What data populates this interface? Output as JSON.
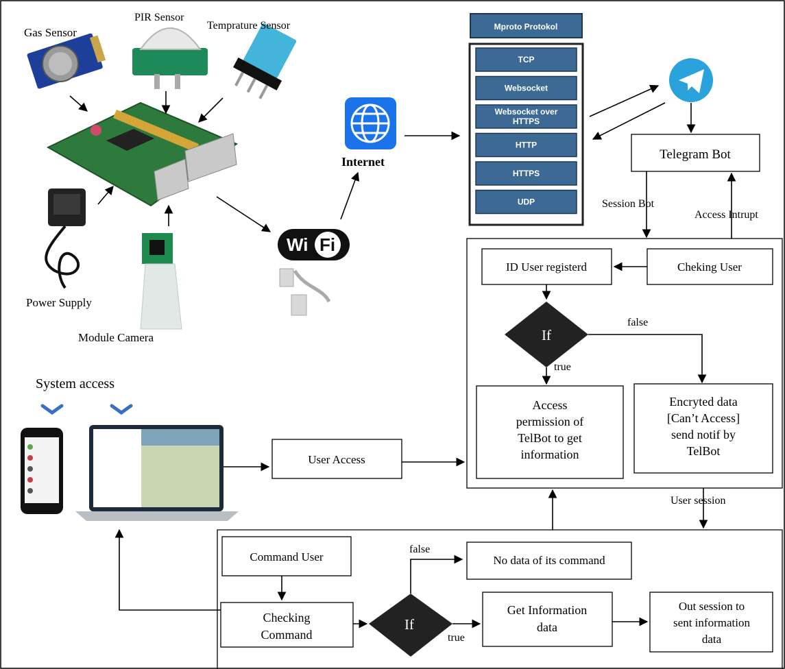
{
  "devices": {
    "gas_sensor": "Gas Sensor",
    "pir_sensor": "PIR Sensor",
    "temperature_sensor": "Temprature Sensor",
    "power_supply": "Power Supply",
    "module_camera": "Module Camera",
    "internet": "Internet"
  },
  "protocol": {
    "title": "Mproto Protokol",
    "layers": [
      "TCP",
      "Websocket",
      "Websocket over HTTPS",
      "HTTP",
      "HTTPS",
      "UDP"
    ]
  },
  "telegram": {
    "bot": "Telegram Bot",
    "session_bot": "Session Bot",
    "access_interrupt": "Access Intrupt"
  },
  "auth_flow": {
    "checking_user": "Cheking User",
    "id_registered": "ID User registerd",
    "decision": "If",
    "false_label": "false",
    "true_label": "true",
    "access_permission": [
      "Access",
      "permission of",
      "TelBot to get",
      "information"
    ],
    "encrypted": [
      "Encryted data",
      "[Can’t Access]",
      "send notif by",
      "TelBot"
    ]
  },
  "system_access": {
    "title": "System access",
    "user_access": "User Access",
    "user_session": "User session"
  },
  "command_flow": {
    "command_user": "Command User",
    "checking_command": [
      "Checking",
      "Command"
    ],
    "decision": "If",
    "false_label": "false",
    "true_label": "true",
    "no_data": "No data of its command",
    "get_info": [
      "Get Information",
      "data"
    ],
    "out_session": [
      "Out session to",
      "sent information",
      "data"
    ]
  },
  "colors": {
    "protocol_blue": "#3d6a95",
    "protocol_border": "#1f3650",
    "telegram": "#2aa3dc",
    "internet_icon": "#1a73e8",
    "chevron": "#3a6fc6",
    "decision_fill": "#222222"
  }
}
